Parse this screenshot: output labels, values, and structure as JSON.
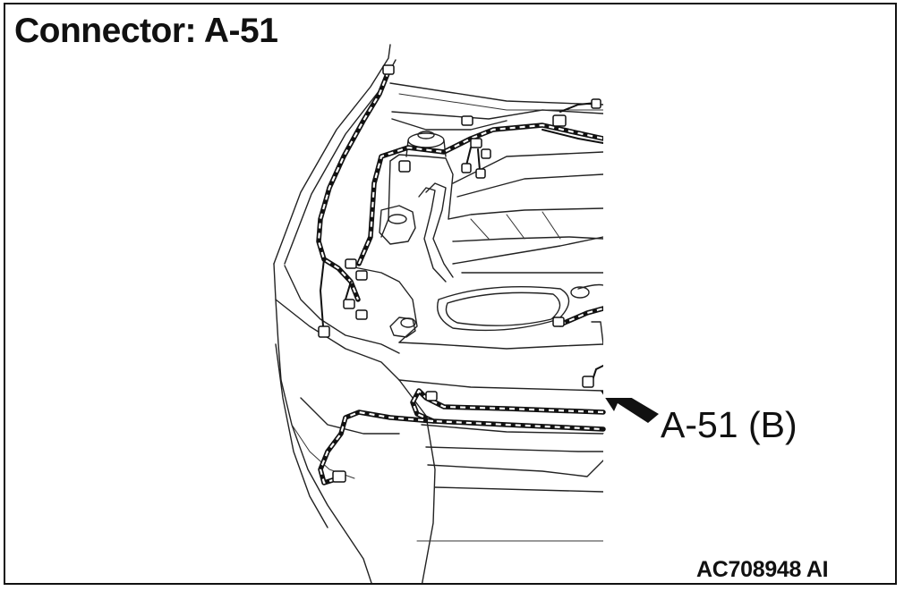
{
  "diagram": {
    "title": "Connector: A-51",
    "callout": {
      "label": "A-51 (B)"
    },
    "figure_code": "AC708948 AI"
  }
}
